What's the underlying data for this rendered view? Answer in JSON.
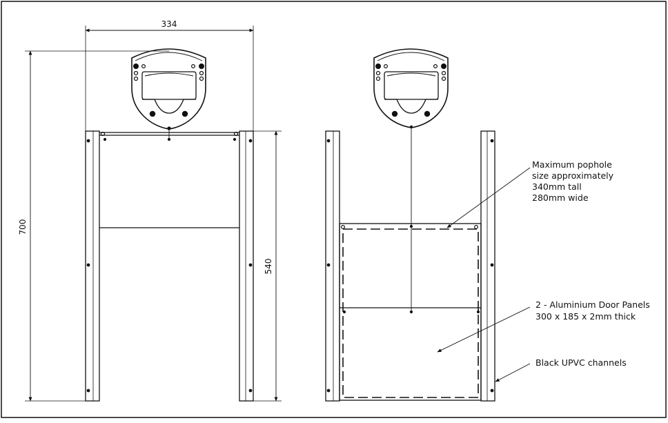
{
  "dimensions": {
    "top_width": "334",
    "overall_height": "700",
    "channel_height": "540"
  },
  "annotations": {
    "pophole": [
      "Maximum pophole",
      "size approximately",
      "340mm tall",
      "280mm wide"
    ],
    "panels": [
      "2 - Aluminium Door Panels",
      "300 x 185 x 2mm thick"
    ],
    "channels": [
      "Black UPVC channels"
    ]
  },
  "colors": {
    "line": "#111111",
    "background": "#ffffff"
  }
}
